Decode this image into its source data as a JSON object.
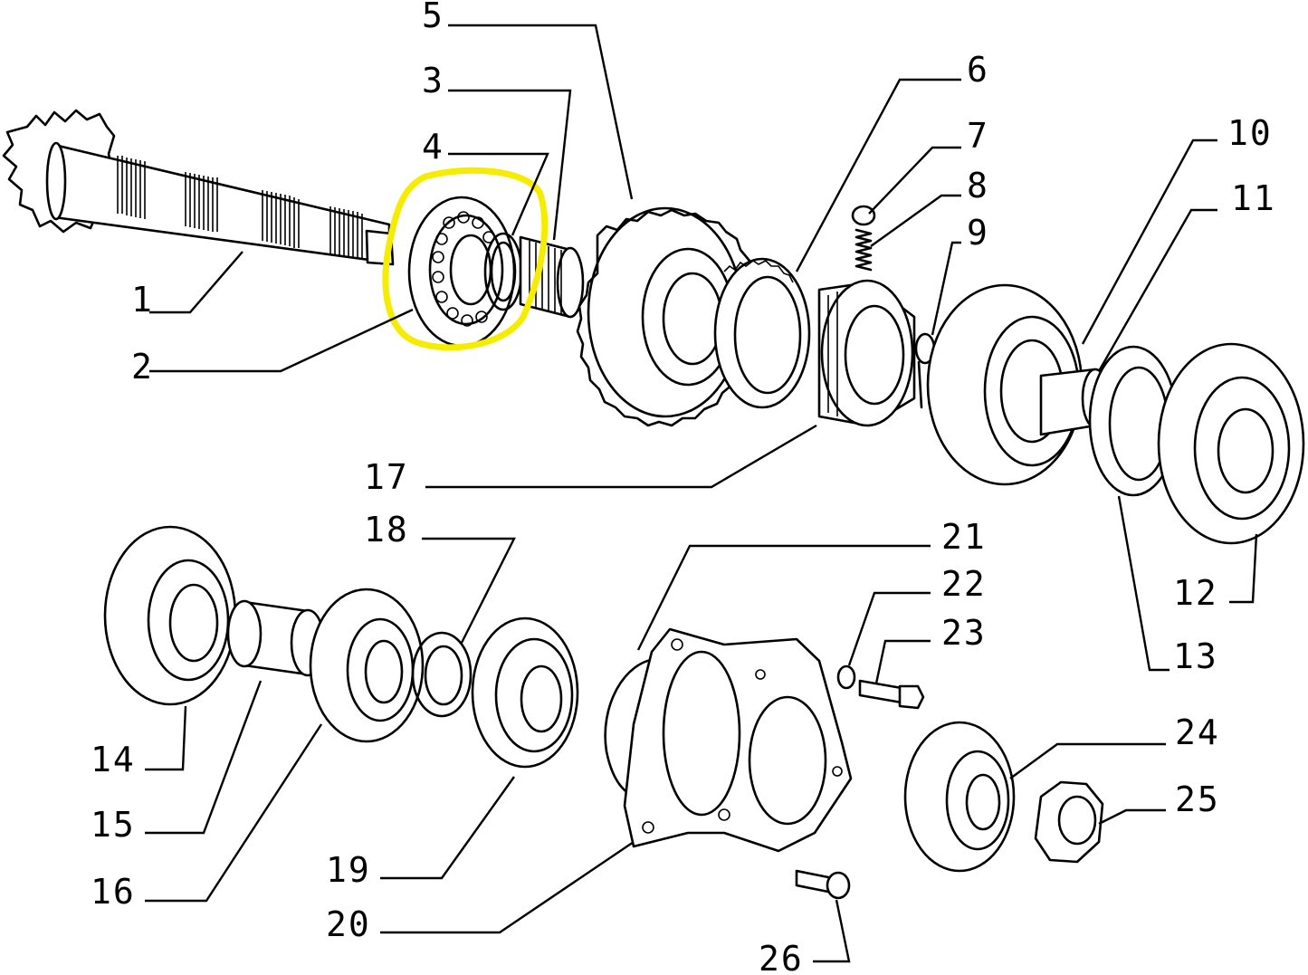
{
  "diagram": {
    "labels": {
      "p1": "1",
      "p2": "2",
      "p3": "3",
      "p4": "4",
      "p5": "5",
      "p6": "6",
      "p7": "7",
      "p8": "8",
      "p9": "9",
      "p10": "10",
      "p11": "11",
      "p12": "12",
      "p13": "13",
      "p14": "14",
      "p15": "15",
      "p16": "16",
      "p17": "17",
      "p18": "18",
      "p19": "19",
      "p20": "20",
      "p21": "21",
      "p22": "22",
      "p23": "23",
      "p24": "24",
      "p25": "25",
      "p26": "26"
    },
    "highlight": {
      "color": "#f5ec00"
    }
  }
}
